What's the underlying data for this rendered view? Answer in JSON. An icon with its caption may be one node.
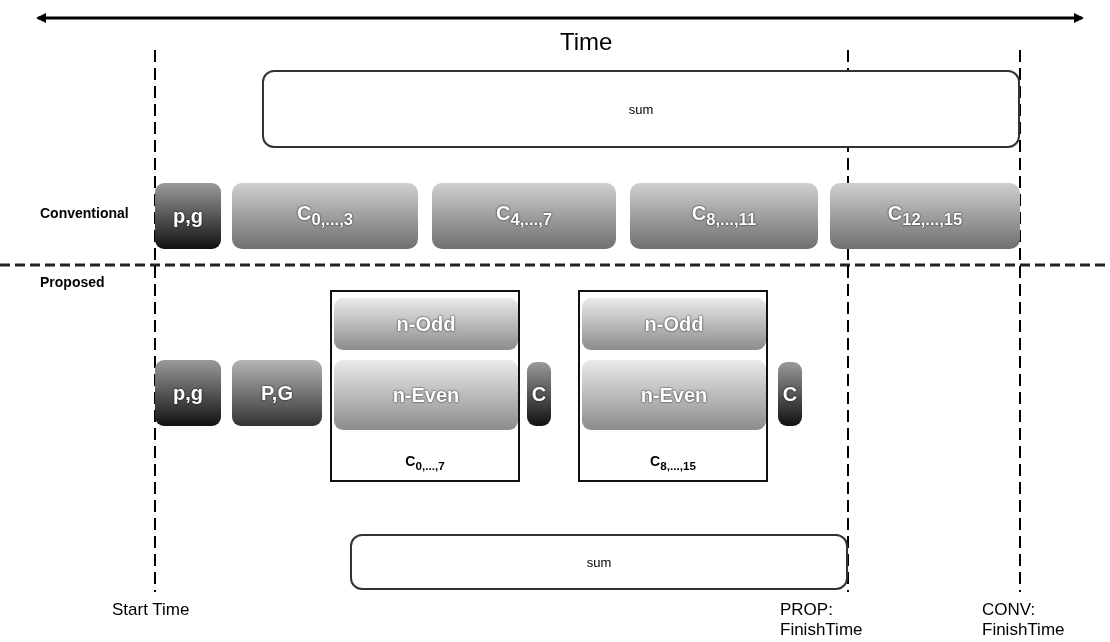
{
  "diagram": {
    "nodes": [
      {
        "text": [
          "sum"
        ]
      },
      {
        "text": [
          "p,g"
        ]
      },
      {
        "text": [
          "C$_{0,...,3}$"
        ]
      },
      {
        "text": [
          "C$_{4,...,7}$"
        ]
      },
      {
        "text": [
          "C$_{8,...,11}$"
        ]
      },
      {
        "text": [
          "C$_{12,...,15}$"
        ]
      },
      {
        "text": [
          "C$_{0,...,7}$"
        ]
      },
      {
        "text": [
          "n-Odd"
        ],
        "in": 6
      },
      {
        "text": [
          "n-Even"
        ],
        "in": 6
      },
      {
        "text": [
          "C$_{8,...,15}$"
        ]
      },
      {
        "text": [
          "n-Odd"
        ],
        "in": 9
      },
      {
        "text": [
          "n-Even"
        ],
        "in": 9
      },
      {
        "text": [
          "p,g"
        ]
      },
      {
        "text": [
          "P,G"
        ]
      },
      {
        "text": [
          "C"
        ]
      },
      {
        "text": [
          "C"
        ]
      },
      {
        "text": [
          "sum"
        ]
      }
    ],
    "edges": [],
    "labels": [
      "Time",
      "Conventional",
      "Proposed",
      "Start Time",
      "PROP: FinishTime",
      "CONV: FinishTime"
    ]
  }
}
